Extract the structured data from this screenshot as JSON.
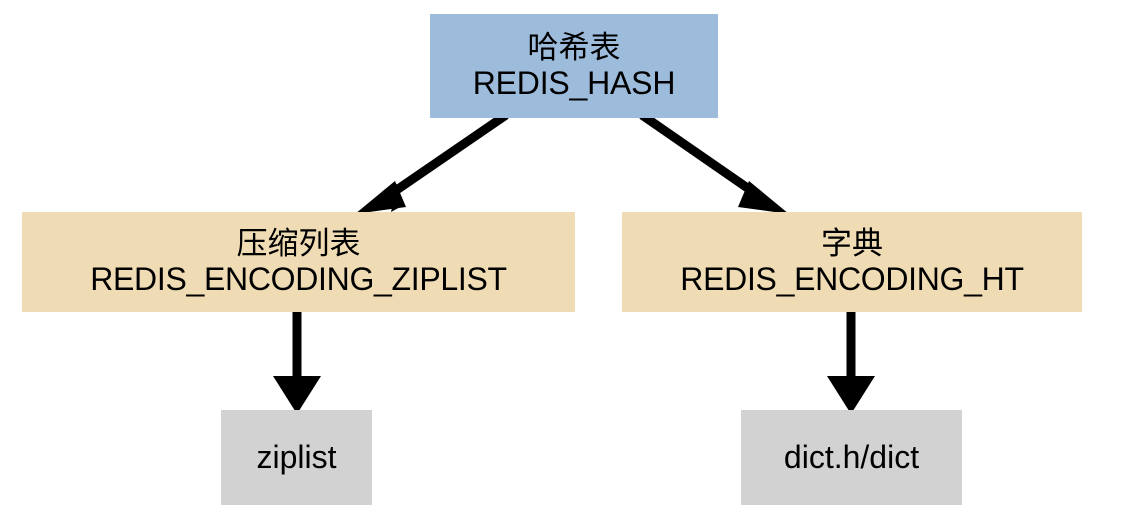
{
  "diagram": {
    "title": "Redis hash object encodings",
    "colors": {
      "root_fill": "#9dbcdc",
      "encoding_fill": "#f0dcb4",
      "implementation_fill": "#d2d2d2",
      "arrow": "#000000",
      "text": "#000000",
      "background": "#ffffff"
    },
    "nodes": {
      "root": {
        "line_cn": "哈希表",
        "line_en": "REDIS_HASH"
      },
      "encoding_ziplist": {
        "line_cn": "压缩列表",
        "line_en": "REDIS_ENCODING_ZIPLIST"
      },
      "encoding_ht": {
        "line_cn": "字典",
        "line_en": "REDIS_ENCODING_HT"
      },
      "impl_ziplist": {
        "label": "ziplist"
      },
      "impl_dict": {
        "label": "dict.h/dict"
      }
    },
    "edges": [
      {
        "name": "root-to-ziplist-encoding",
        "from": "root",
        "to": "encoding_ziplist",
        "style": "solid-arrow"
      },
      {
        "name": "root-to-ht-encoding",
        "from": "root",
        "to": "encoding_ht",
        "style": "solid-arrow"
      },
      {
        "name": "ziplist-encoding-to-ziplist",
        "from": "encoding_ziplist",
        "to": "impl_ziplist",
        "style": "solid-arrow"
      },
      {
        "name": "ht-encoding-to-dict",
        "from": "encoding_ht",
        "to": "impl_dict",
        "style": "solid-arrow"
      }
    ]
  }
}
